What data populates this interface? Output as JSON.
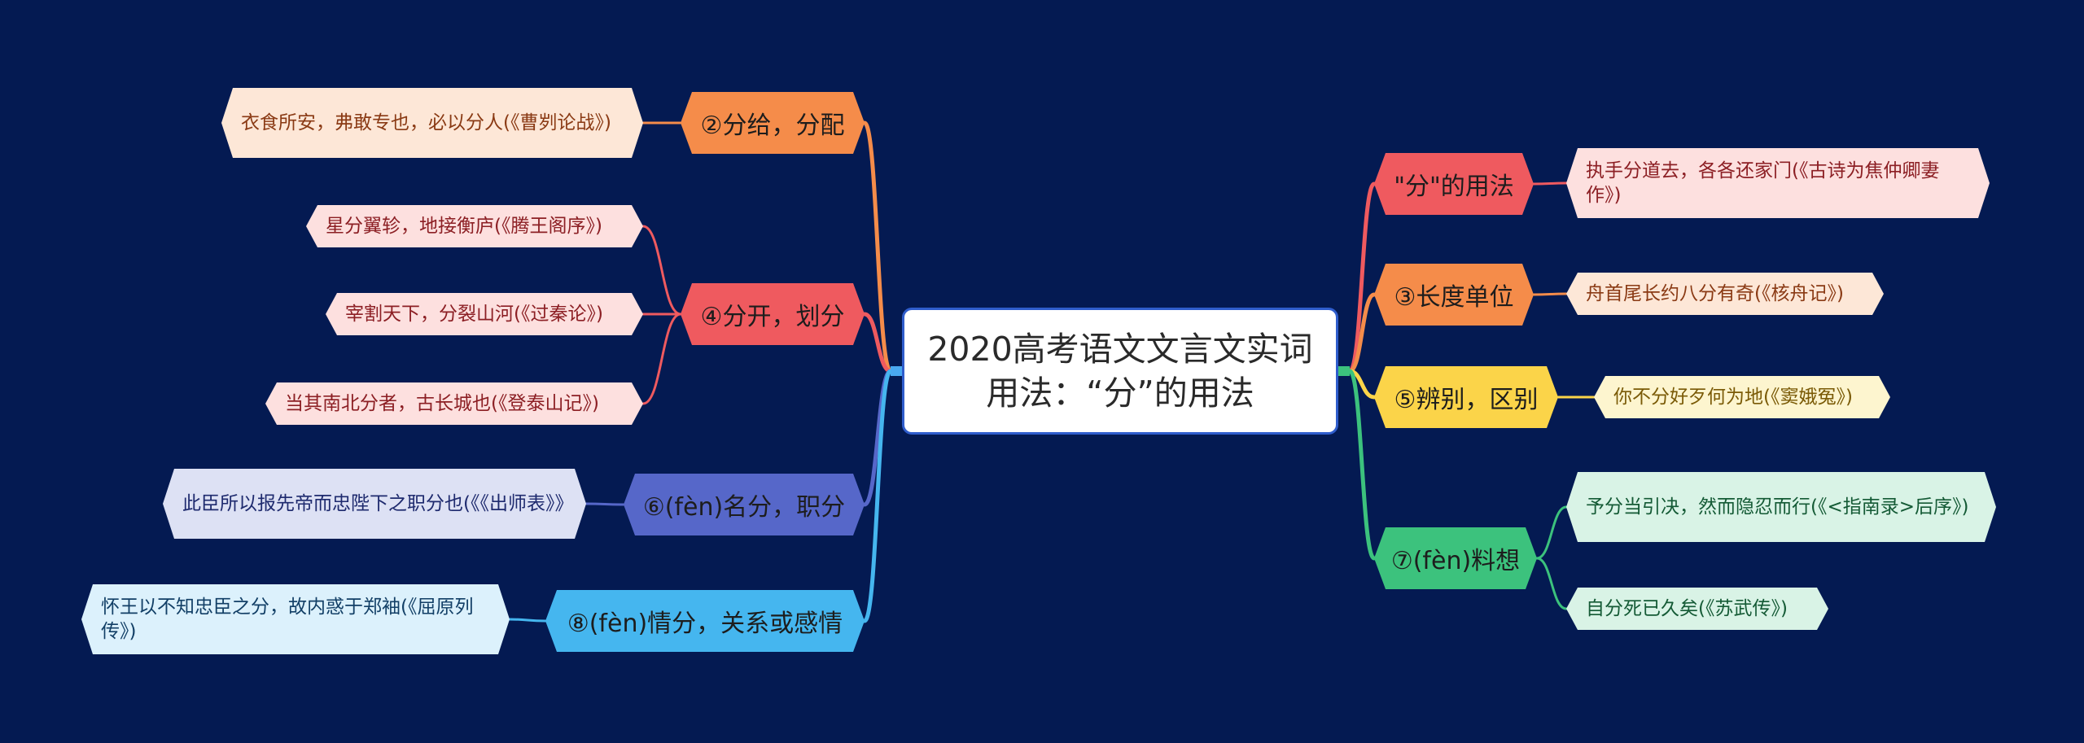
{
  "mindmap": {
    "title": "2020高考语文文言文实词用法：“分”的用法",
    "branches": [
      {
        "label": "②分给，分配",
        "color": "#f58c4a",
        "leaves": [
          {
            "text": "衣食所安，弗敢专也，必以分人(《曹刿论战》)",
            "bg": "#fde7d7",
            "color": "#8a3a14"
          }
        ]
      },
      {
        "label": "④分开，划分",
        "color": "#ef5a5f",
        "leaves": [
          {
            "text": "星分翼轸，地接衡庐(《腾王阁序》)",
            "bg": "#fde0df",
            "color": "#8c1f24"
          },
          {
            "text": "宰割天下，分裂山河(《过秦论》)",
            "bg": "#fde0df",
            "color": "#8c1f24"
          },
          {
            "text": "当其南北分者，古长城也(《登泰山记》)",
            "bg": "#fde0df",
            "color": "#8c1f24"
          }
        ]
      },
      {
        "label": "⑥(fèn)名分，职分",
        "color": "#5667c9",
        "leaves": [
          {
            "text": "此臣所以报先帝而忠陛下之职分也(《《出师表》》",
            "bg": "#dde1f4",
            "color": "#1e2a6e"
          }
        ]
      },
      {
        "label": "⑧(fèn)情分，关系或感情",
        "color": "#45b6ef",
        "leaves": [
          {
            "text": "怀王以不知忠臣之分，故内惑于郑袖(《屈原列传》)",
            "bg": "#dcf1fc",
            "color": "#123f66"
          }
        ]
      },
      {
        "label": "\"分\"的用法",
        "color": "#ef5a5f",
        "leaves": [
          {
            "text": "执手分道去，各各还家门(《古诗为焦仲卿妻作》)",
            "bg": "#fde0df",
            "color": "#8c1f24"
          }
        ]
      },
      {
        "label": "③长度单位",
        "color": "#f58c4a",
        "leaves": [
          {
            "text": "舟首尾长约八分有奇(《核舟记》)",
            "bg": "#fde7d7",
            "color": "#8a3a14"
          }
        ]
      },
      {
        "label": "⑤辨别，区别",
        "color": "#fbd449",
        "leaves": [
          {
            "text": "你不分好歹何为地(《窦娥冤》)",
            "bg": "#fdf5cf",
            "color": "#7a5a06"
          }
        ]
      },
      {
        "label": "⑦(fèn)料想",
        "color": "#3cc27d",
        "leaves": [
          {
            "text": "予分当引决，然而隐忍而行(《<指南录>后序》)",
            "bg": "#d9f3e6",
            "color": "#145a35"
          },
          {
            "text": "自分死已久矣(《苏武传》)",
            "bg": "#d9f3e6",
            "color": "#145a35"
          }
        ]
      }
    ]
  }
}
